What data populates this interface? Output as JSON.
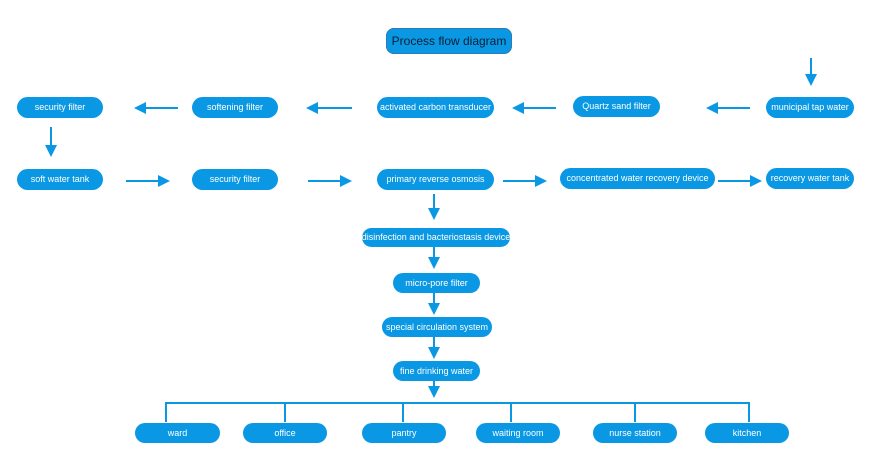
{
  "title": "Process flow diagram",
  "colors": {
    "node_fill": "#0a98e4",
    "node_text": "#ffffff",
    "arrow": "#0a98e4",
    "title_text": "#0b1f33"
  },
  "nodes": {
    "security_filter_1": "security filter",
    "softening_filter": "softening filter",
    "activated_carbon": "activated carbon transducer",
    "quartz_sand": "Quartz sand filter",
    "municipal_water": "municipal tap water",
    "soft_water_tank": "soft water tank",
    "security_filter_2": "security filter",
    "primary_ro": "primary reverse osmosis",
    "concentrated_recovery": "concentrated water recovery device",
    "recovery_tank": "recovery water tank",
    "disinfection": "disinfection and bacteriostasis device",
    "micro_pore": "micro-pore filter",
    "circulation": "special circulation system",
    "fine_water": "fine drinking water"
  },
  "destinations": [
    "ward",
    "office",
    "pantry",
    "waiting room",
    "nurse station",
    "kitchen"
  ]
}
